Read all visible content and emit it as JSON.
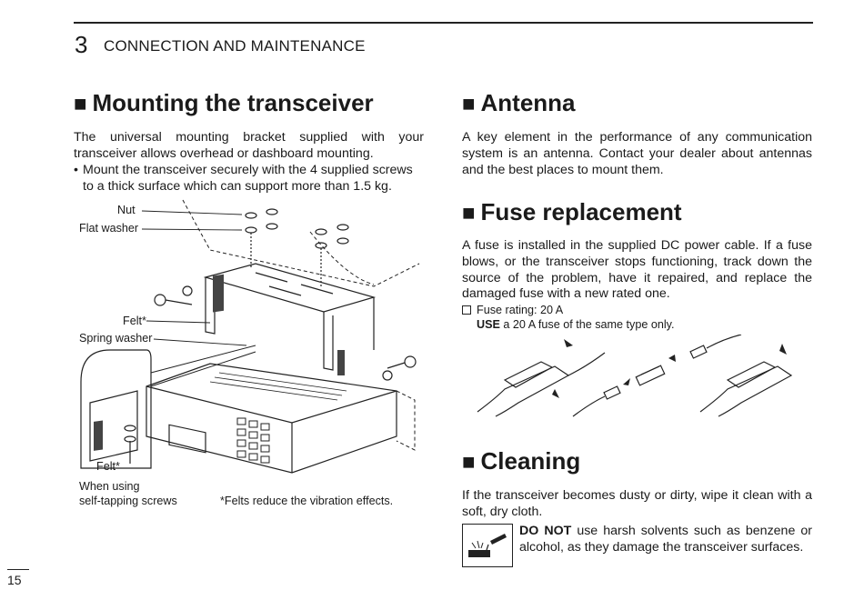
{
  "header": {
    "chapter_number": "3",
    "chapter_title": "CONNECTION AND MAINTENANCE"
  },
  "page_number": "15",
  "mounting": {
    "title": "Mounting the transceiver",
    "intro": "The universal mounting bracket supplied with your transceiver allows overhead or dashboard mounting.",
    "bullet": "Mount the transceiver securely with the 4 supplied screws to a thick surface which can support more than 1.5 kg.",
    "labels": {
      "nut": "Nut",
      "flat_washer": "Flat washer",
      "felt_top": "Felt*",
      "spring_washer": "Spring washer",
      "felt_inset": "Felt*",
      "when_using_1": "When using",
      "when_using_2": "self-tapping screws",
      "felts_note": "*Felts reduce the vibration effects."
    }
  },
  "antenna": {
    "title": "Antenna",
    "body": "A key element in the performance of any communication system is an antenna. Contact your dealer about antennas and the best places to mount them."
  },
  "fuse": {
    "title": "Fuse replacement",
    "body": "A fuse is installed in the supplied DC power cable. If a fuse blows, or the transceiver stops functioning, track down the source of the problem, have it repaired, and replace the damaged fuse with a new rated one.",
    "rating": "Fuse rating: 20 A",
    "use_bold": "USE",
    "use_rest": " a 20 A fuse of the same type only."
  },
  "cleaning": {
    "title": "Cleaning",
    "body": "If the transceiver becomes dusty or dirty, wipe it clean with a soft, dry cloth.",
    "warning_bold": "DO NOT",
    "warning_rest": " use harsh solvents such as benzene or alcohol, as they damage the transceiver surfaces."
  }
}
